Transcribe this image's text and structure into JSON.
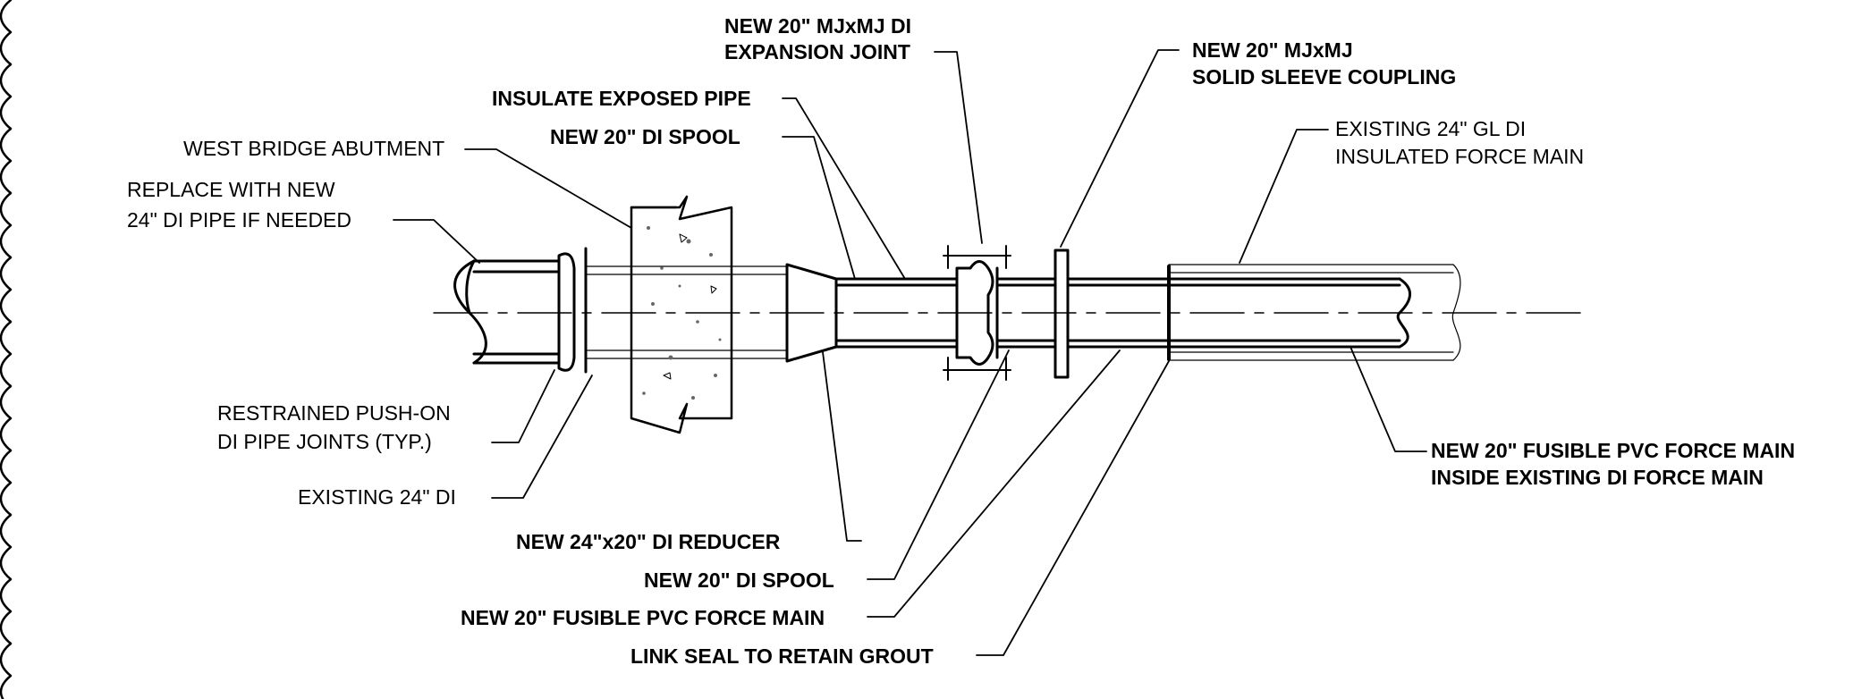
{
  "labels": {
    "expansion_joint_1": "NEW 20\" MJxMJ DI",
    "expansion_joint_2": "EXPANSION JOINT",
    "sleeve_coupling_1": "NEW 20\" MJxMJ",
    "sleeve_coupling_2": "SOLID SLEEVE COUPLING",
    "insulate_pipe": "INSULATE EXPOSED PIPE",
    "spool_top": "NEW 20\" DI SPOOL",
    "west_abutment": "WEST BRIDGE ABUTMENT",
    "replace_1": "REPLACE WITH NEW",
    "replace_2": "24\" DI PIPE IF NEEDED",
    "existing_fm_1": "EXISTING 24\" GL DI",
    "existing_fm_2": "INSULATED FORCE MAIN",
    "restrained_1": "RESTRAINED PUSH-ON",
    "restrained_2": "DI PIPE JOINTS (TYP.)",
    "existing_di": "EXISTING 24\" DI",
    "fusible_right_1": "NEW 20\" FUSIBLE PVC FORCE MAIN",
    "fusible_right_2": "INSIDE EXISTING DI FORCE MAIN",
    "reducer": "NEW 24\"x20\" DI REDUCER",
    "spool_bottom": "NEW 20\" DI SPOOL",
    "fusible_bottom": "NEW 20\" FUSIBLE PVC FORCE MAIN",
    "link_seal": "LINK SEAL TO RETAIN GROUT"
  }
}
